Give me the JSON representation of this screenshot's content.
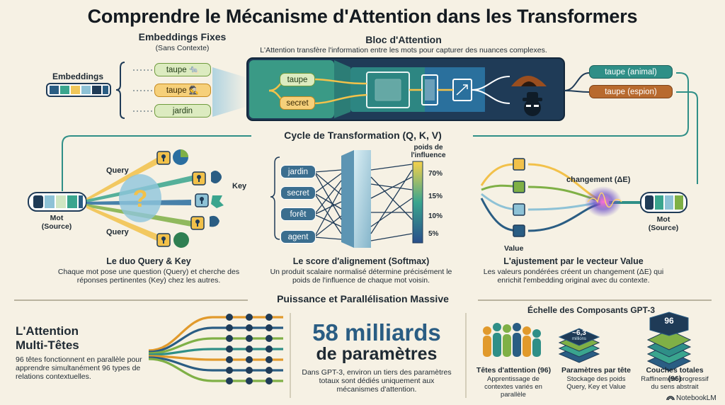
{
  "title": "Comprendre le Mécanisme d'Attention dans les Transformers",
  "embeddings_fixes": {
    "title": "Embeddings Fixes",
    "subtitle": "(Sans Contexte)",
    "left_label": "Embeddings",
    "words": [
      "taupe",
      "taupe",
      "jardin"
    ]
  },
  "bloc_attention": {
    "title": "Bloc d'Attention",
    "subtitle": "L'Attention transfère l'information entre les mots pour capturer des nuances complexes.",
    "inputs": [
      "taupe",
      "secret"
    ],
    "outputs": [
      "taupe (animal)",
      "taupe (espion)"
    ]
  },
  "cycle": {
    "title": "Cycle de Transformation (Q, K, V)"
  },
  "query_key": {
    "query_label": "Query",
    "key_label": "Key",
    "mot_label": "Mot",
    "source_label": "(Source)",
    "heading": "Le duo Query & Key",
    "desc": "Chaque mot pose une question (Query) et cherche des réponses pertinentes (Key) chez les autres."
  },
  "softmax": {
    "words": [
      "jardin",
      "secret",
      "forêt",
      "agent"
    ],
    "scale_title_1": "poids de",
    "scale_title_2": "l'influence",
    "scale_values": [
      "70%",
      "15%",
      "10%",
      "5%"
    ],
    "heading": "Le score d'alignement (Softmax)",
    "desc": "Un produit scalaire normalisé détermine précisément le poids de l'influence de chaque mot voisin."
  },
  "value": {
    "change_label": "changement (ΔE)",
    "value_label": "Value",
    "mot_label": "Mot",
    "source_label": "(Source)",
    "heading": "L'ajustement par le vecteur Value",
    "desc": "Les valeurs pondérées créent un changement (ΔE) qui enrichit l'embedding original avec du contexte."
  },
  "puissance": {
    "title": "Puissance et Parallélisation Massive"
  },
  "multi_tetes": {
    "heading_1": "L'Attention",
    "heading_2": "Multi-Têtes",
    "desc": "96 têtes fonctionnent en parallèle pour apprendre simultanément 96 types de relations contextuelles."
  },
  "parametres": {
    "number": "58 milliards",
    "unit": "de paramètres",
    "desc": "Dans GPT-3, environ un tiers des paramètres totaux sont dédiés uniquement aux mécanismes d'attention."
  },
  "gpt3": {
    "title": "Échelle des Composants GPT-3",
    "items": [
      {
        "label": "Têtes d'attention (96)",
        "desc": "Apprentissage de contextes variés en parallèle"
      },
      {
        "label": "Paramètres par tête",
        "desc": "Stockage des poids Query, Key et Value",
        "badge": "~6,3",
        "badge_sub": "millions"
      },
      {
        "label": "Couches totales (96)",
        "desc": "Raffinement progressif du sens abstrait",
        "badge": "96"
      }
    ]
  },
  "brand": "NotebookLM",
  "colors": {
    "background": "#f6f1e4",
    "navy": "#1f3b57",
    "teal": "#2f8f87",
    "orange": "#e19a2c",
    "green": "#7fb046",
    "blue": "#2a5d83"
  }
}
